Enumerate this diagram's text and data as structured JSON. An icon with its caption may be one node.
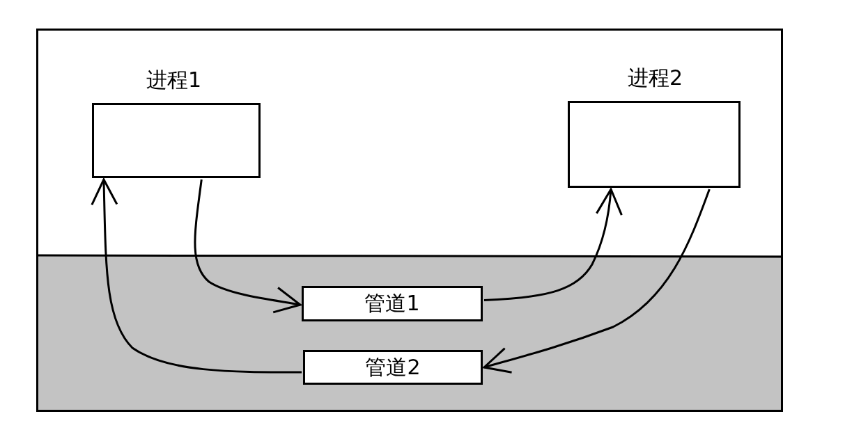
{
  "diagram": {
    "nodes": [
      {
        "text": [
          "进程1"
        ]
      },
      {
        "text": [
          "进程2"
        ]
      },
      {
        "text": [
          "管道1"
        ]
      },
      {
        "text": [
          "管道2"
        ]
      }
    ],
    "edges": [
      {
        "from": 0,
        "to": 2,
        "arrow": "to"
      },
      {
        "from": 2,
        "to": 1,
        "arrow": "to"
      },
      {
        "from": 1,
        "to": 3,
        "arrow": "to"
      },
      {
        "from": 3,
        "to": 0,
        "arrow": "to"
      }
    ]
  }
}
